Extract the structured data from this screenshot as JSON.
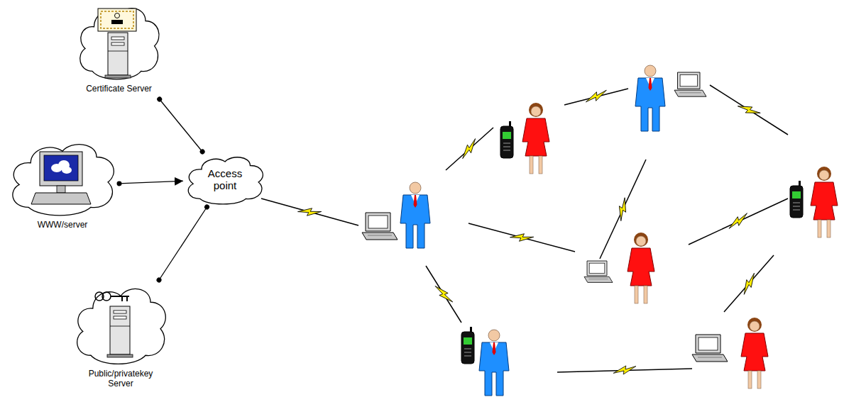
{
  "diagram": {
    "nodes": [
      {
        "text": [
          "Certificate Server"
        ]
      },
      {
        "text": [
          "WWW/server"
        ]
      },
      {
        "text": [
          "Access point"
        ]
      },
      {
        "text": [
          "Public/privatekey Server"
        ]
      }
    ],
    "edges": [
      {
        "from": 0,
        "to": 2,
        "arrow": "none"
      },
      {
        "from": 1,
        "to": 2,
        "arrow": "to"
      },
      {
        "from": 3,
        "to": 2,
        "arrow": "none"
      }
    ]
  }
}
